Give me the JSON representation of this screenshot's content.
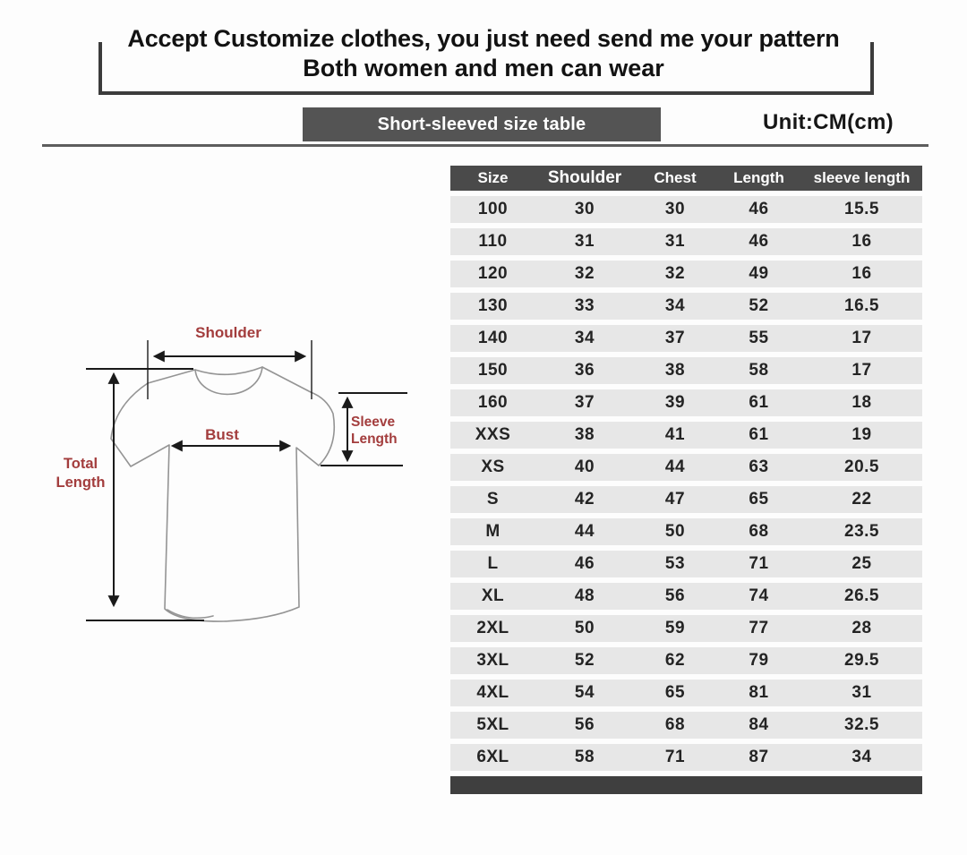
{
  "colors": {
    "accent_red": "#a33d3d",
    "dark_bar": "#4a4a4a",
    "row_gray": "#e7e7e7"
  },
  "header": {
    "line1": "Accept Customize clothes, you just need send me your pattern",
    "line2": "Both women and men can wear"
  },
  "section": {
    "table_title": "Short-sleeved size table",
    "unit_label": "Unit:CM(cm)"
  },
  "diagram": {
    "shoulder_label": "Shoulder",
    "bust_label": "Bust",
    "sleeve_length_label": "Sleeve Length",
    "total_length_label": "Total Length"
  },
  "chart_data": {
    "type": "table",
    "title": "Short-sleeved size table",
    "unit": "CM(cm)",
    "columns": [
      "Size",
      "Shoulder",
      "Chest",
      "Length",
      "sleeve length"
    ],
    "rows": [
      [
        "100",
        "30",
        "30",
        "46",
        "15.5"
      ],
      [
        "110",
        "31",
        "31",
        "46",
        "16"
      ],
      [
        "120",
        "32",
        "32",
        "49",
        "16"
      ],
      [
        "130",
        "33",
        "34",
        "52",
        "16.5"
      ],
      [
        "140",
        "34",
        "37",
        "55",
        "17"
      ],
      [
        "150",
        "36",
        "38",
        "58",
        "17"
      ],
      [
        "160",
        "37",
        "39",
        "61",
        "18"
      ],
      [
        "XXS",
        "38",
        "41",
        "61",
        "19"
      ],
      [
        "XS",
        "40",
        "44",
        "63",
        "20.5"
      ],
      [
        "S",
        "42",
        "47",
        "65",
        "22"
      ],
      [
        "M",
        "44",
        "50",
        "68",
        "23.5"
      ],
      [
        "L",
        "46",
        "53",
        "71",
        "25"
      ],
      [
        "XL",
        "48",
        "56",
        "74",
        "26.5"
      ],
      [
        "2XL",
        "50",
        "59",
        "77",
        "28"
      ],
      [
        "3XL",
        "52",
        "62",
        "79",
        "29.5"
      ],
      [
        "4XL",
        "54",
        "65",
        "81",
        "31"
      ],
      [
        "5XL",
        "56",
        "68",
        "84",
        "32.5"
      ],
      [
        "6XL",
        "58",
        "71",
        "87",
        "34"
      ]
    ]
  }
}
